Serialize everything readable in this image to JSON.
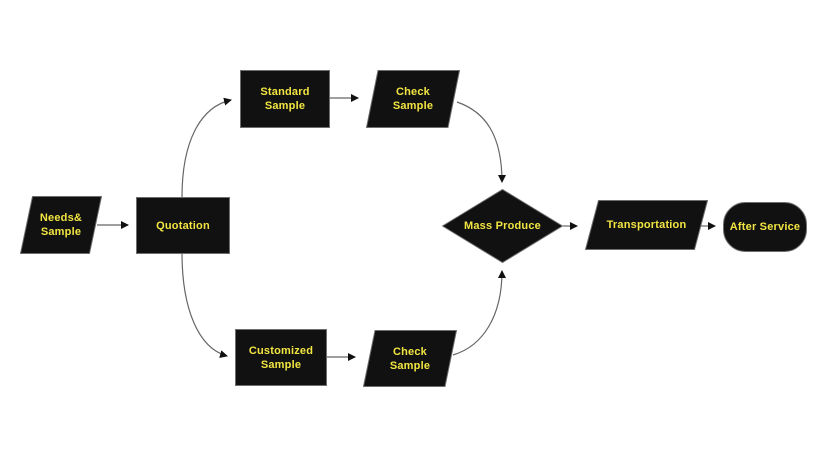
{
  "diagram": {
    "type": "flowchart",
    "colors": {
      "background": "#ffffff",
      "shape_fill": "#111111",
      "shape_stroke": "#6e6e6e",
      "label_text": "#f2e542",
      "connector_line": "#666666",
      "arrowhead": "#111111"
    },
    "nodes": {
      "needs_sample": {
        "label": "Needs&\nSample",
        "shape": "parallelogram"
      },
      "quotation": {
        "label": "Quotation",
        "shape": "rectangle"
      },
      "standard_sample": {
        "label": "Standard\nSample",
        "shape": "rectangle"
      },
      "check_sample_top": {
        "label": "Check\nSample",
        "shape": "parallelogram"
      },
      "customized_sample": {
        "label": "Customized\nSample",
        "shape": "rectangle"
      },
      "check_sample_bottom": {
        "label": "Check\nSample",
        "shape": "parallelogram"
      },
      "mass_produce": {
        "label": "Mass Produce",
        "shape": "diamond"
      },
      "transportation": {
        "label": "Transportation",
        "shape": "parallelogram"
      },
      "after_service": {
        "label": "After Service",
        "shape": "stadium"
      }
    },
    "edges": [
      {
        "from": "needs_sample",
        "to": "quotation"
      },
      {
        "from": "quotation",
        "to": "standard_sample"
      },
      {
        "from": "quotation",
        "to": "customized_sample"
      },
      {
        "from": "standard_sample",
        "to": "check_sample_top"
      },
      {
        "from": "customized_sample",
        "to": "check_sample_bottom"
      },
      {
        "from": "check_sample_top",
        "to": "mass_produce"
      },
      {
        "from": "check_sample_bottom",
        "to": "mass_produce"
      },
      {
        "from": "mass_produce",
        "to": "transportation"
      },
      {
        "from": "transportation",
        "to": "after_service"
      }
    ]
  }
}
